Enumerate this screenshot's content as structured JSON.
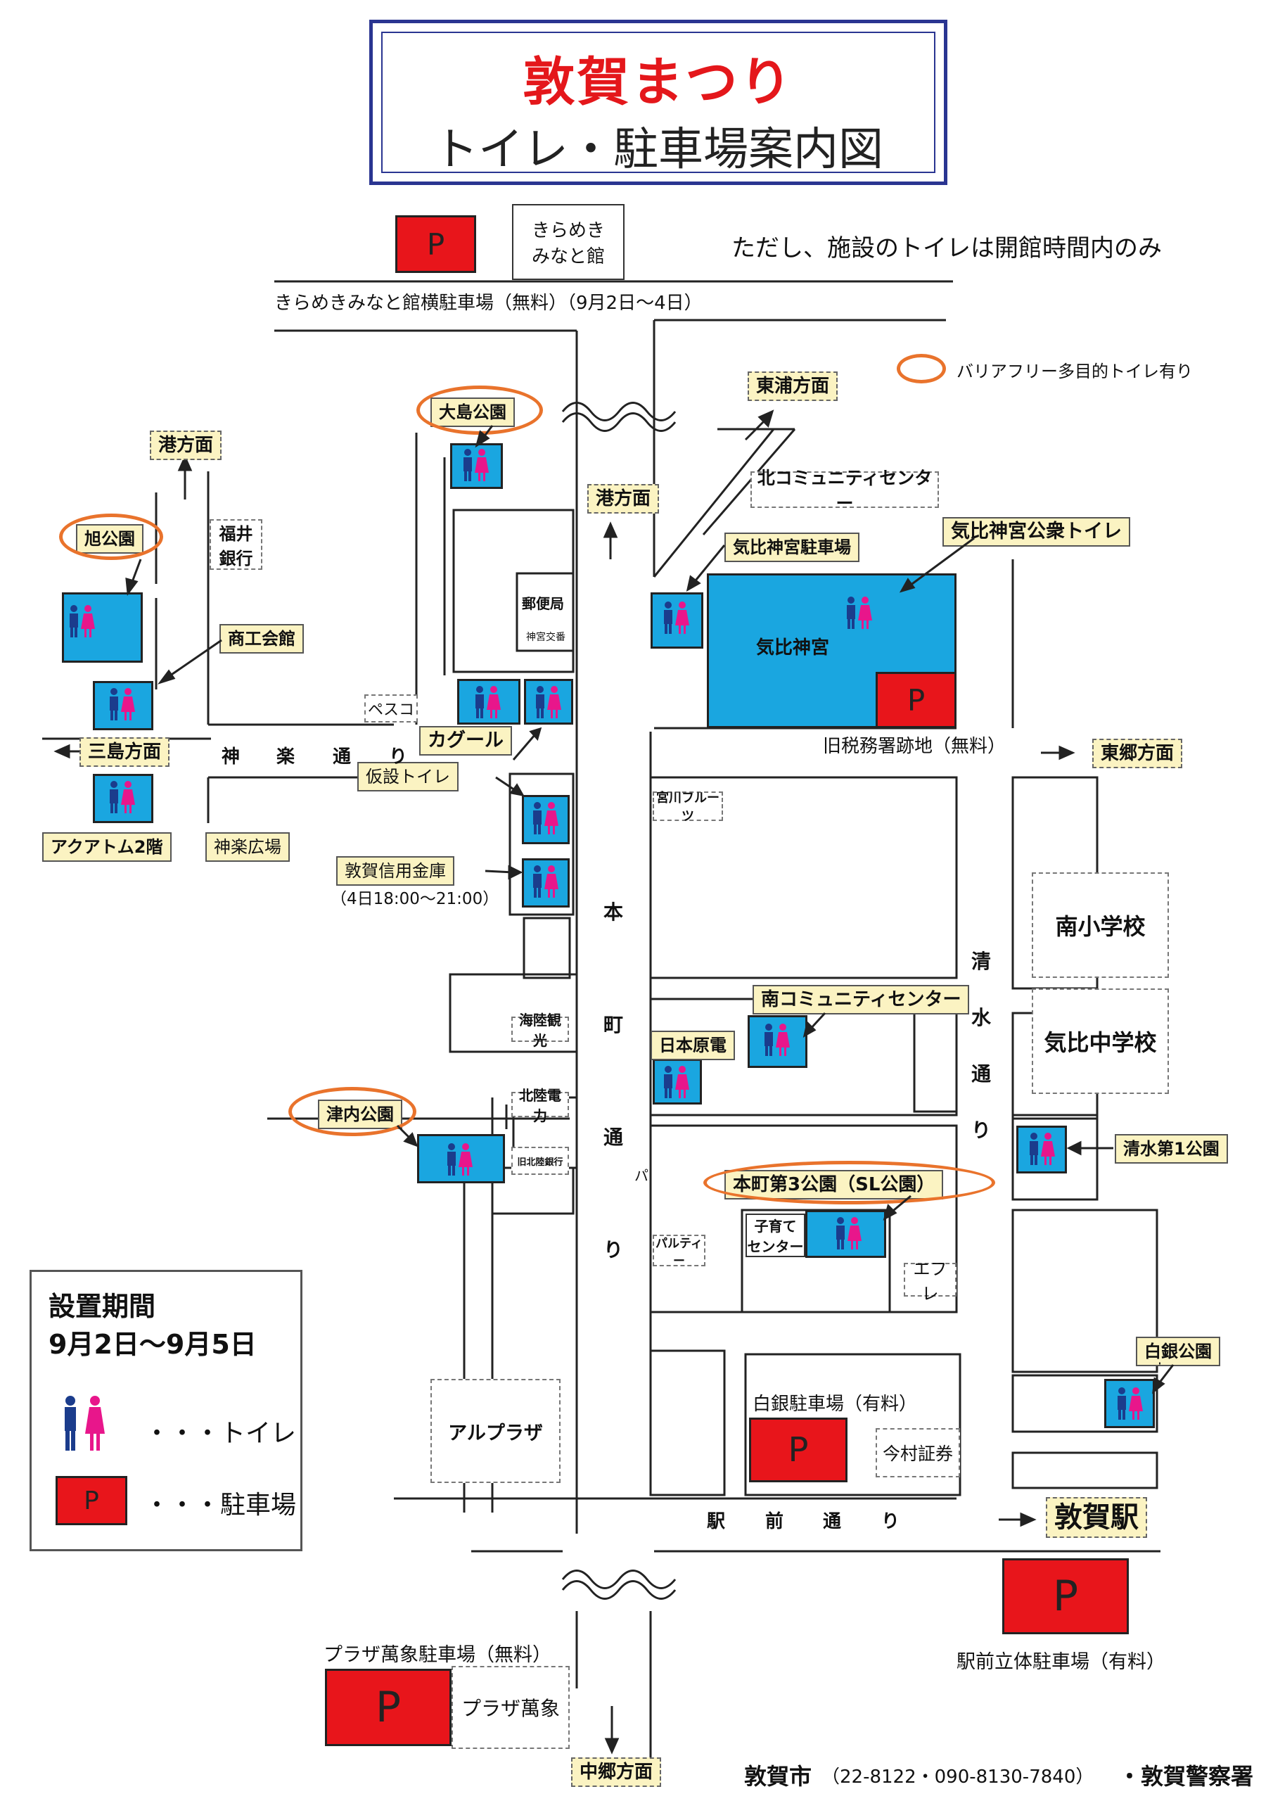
{
  "title": {
    "main": "敦賀まつり",
    "sub": "トイレ・駐車場案内図"
  },
  "note": "ただし、施設のトイレは開館時間内のみ",
  "legend_oval": "バリアフリー多目的トイレ有り",
  "legend": {
    "title": "設置期間",
    "period": "9月2日〜9月5日",
    "toilet_label": "・・・トイレ",
    "parking_label": "・・・駐車場",
    "parking_symbol": "P"
  },
  "parking_symbol": "P",
  "parks": {
    "kirameki_building": "きらめき\nみなと館",
    "kirameki_lot": "きらめきみなと館横駐車場（無料）（9月2日〜4日）",
    "kyuzeimusho": "旧税務署跡地（無料）",
    "shirogane_lot": "白銀駐車場（有料）",
    "ekimae_lot": "駅前立体駐車場（有料）",
    "plaza_lot": "プラザ萬象駐車場（無料）"
  },
  "labels": {
    "oshima": "大島公園",
    "asahi": "旭公園",
    "shokokai": "商工会館",
    "kagool": "カグール",
    "kasetsu": "仮設トイレ",
    "aquatom": "アクアトム2階",
    "kehi_lot": "気比神宮駐車場",
    "kehi_toilet": "気比神宮公衆トイレ",
    "minami_comm": "南コミュニティセンター",
    "nihon_genden": "日本原電",
    "tsunai": "津内公園",
    "honmachi3": "本町第3公園（SL公園）",
    "shimizu1": "清水第1公園",
    "shirogane_park": "白銀公園",
    "shinkin": "敦賀信用金庫",
    "shinkin_time": "（4日18:00〜21:00）",
    "kagura_hiroba": "神楽広場"
  },
  "directions": {
    "minato_left": "港方面",
    "minato_center": "港方面",
    "toura": "東浦方面",
    "mishima": "三島方面",
    "togo": "東郷方面",
    "nakago": "中郷方面",
    "tsuruga_eki": "敦賀駅"
  },
  "facilities": {
    "fukui_bank": "福井\n銀行",
    "pesuko": "ペスコ",
    "yubinkyoku": "郵便局",
    "jingu_koban": "神宮交番",
    "kita_comm": "北コミュニティセンター",
    "kehi_jingu": "気比神宮",
    "miyakawa": "宮川フルーツ",
    "minami_sho": "南小学校",
    "kehi_chu": "気比中学校",
    "kairiku": "海陸観光",
    "hokuriku_denryoku": "北陸電力",
    "kyu_hokuriku": "旧北陸銀行",
    "parutei": "パルティー",
    "kosodate": "子育て\nセンター",
    "efure": "エフレ",
    "imamura": "今村証券",
    "aruplaza": "アルプラザ",
    "plaza_bansho": "プラザ萬象"
  },
  "roads": {
    "kagura": [
      "神",
      "楽",
      "通",
      "り"
    ],
    "honmachi": [
      "本",
      "町",
      "通",
      "り"
    ],
    "shimizu": [
      "清",
      "水",
      "通",
      "り"
    ],
    "ekimae": [
      "駅",
      "前",
      "通",
      "り"
    ],
    "pa": "パ"
  },
  "footer": {
    "city": "敦賀市",
    "phones": "（22-8122・090-8130-7840）",
    "police": "・敦賀警察署"
  },
  "colors": {
    "title_red": "#e4171b",
    "frame_blue": "#2a3591",
    "toilet_blue": "#1aa6e0",
    "parking_red": "#e8151b",
    "label_yellow": "#fbf3c2",
    "barrier_free_orange": "#e9732c"
  }
}
